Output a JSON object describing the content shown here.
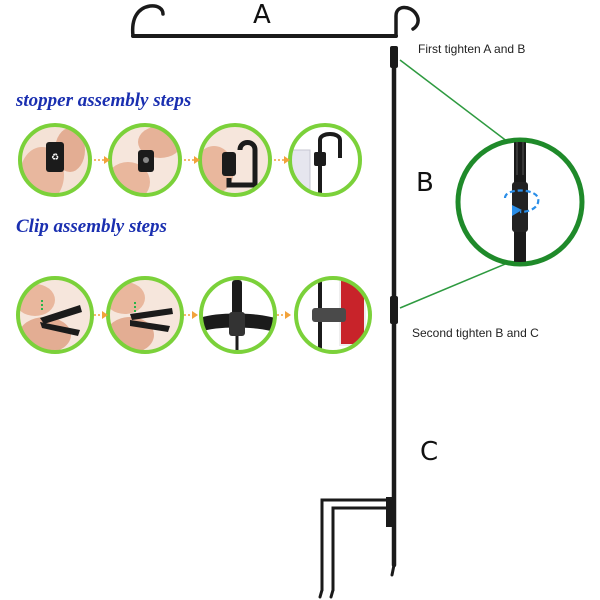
{
  "labels": {
    "a": "A",
    "b": "B",
    "c": "C",
    "first_note": "First tighten A and B",
    "second_note": "Second tighten B and C"
  },
  "sections": {
    "stopper_heading": "stopper assembly steps",
    "clip_heading": "Clip assembly steps"
  },
  "colors": {
    "pole": "#1a1a1a",
    "step_ring": "#7bd13a",
    "zoom_ring": "#1f8a2a",
    "zoom_lines": "#2e9a40",
    "arrow": "#f2a23a",
    "heading": "#1a2fb0",
    "rotation_arrow": "#2a8ee8",
    "flag_red": "#c8232a"
  },
  "icons": {
    "stopper_steps": [
      "stopper-in-hand-icon",
      "stopper-pinched-icon",
      "stopper-with-hook-icon",
      "stopper-on-flag-icon"
    ],
    "clip_steps": [
      "clip-open-icon",
      "clip-pinched-icon",
      "clip-on-band-icon",
      "clip-on-flag-icon"
    ],
    "zoom": "pole-joint-zoom-icon",
    "step_arrow": "arrow-right-icon"
  }
}
